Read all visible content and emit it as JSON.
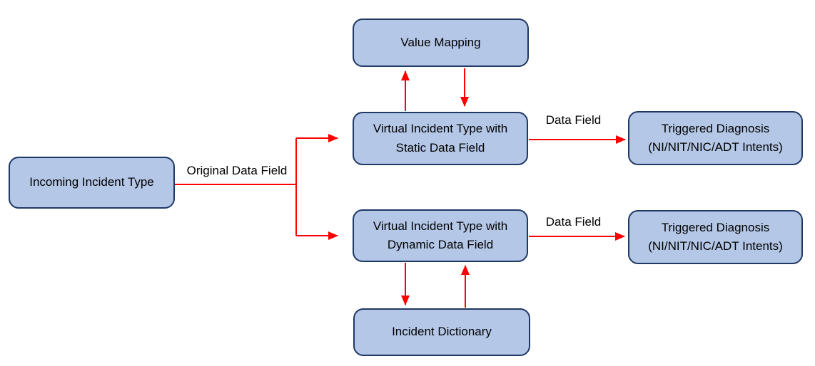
{
  "nodes": {
    "incoming": {
      "label": "Incoming Incident Type"
    },
    "value_mapping": {
      "label": "Value Mapping"
    },
    "static_vit": {
      "line1": "Virtual Incident Type with",
      "line2": "Static Data Field"
    },
    "triggered_top": {
      "line1": "Triggered Diagnosis",
      "line2": "(NI/NIT/NIC/ADT Intents)"
    },
    "dynamic_vit": {
      "line1": "Virtual Incident Type with",
      "line2": "Dynamic Data Field"
    },
    "triggered_bottom": {
      "line1": "Triggered Diagnosis",
      "line2": "(NI/NIT/NIC/ADT Intents)"
    },
    "incident_dictionary": {
      "label": "Incident Dictionary"
    }
  },
  "edge_labels": {
    "original_data_field": "Original Data Field",
    "data_field_top": "Data Field",
    "data_field_bottom": "Data Field"
  },
  "colors": {
    "node_fill": "#b4c7e7",
    "node_border": "#1f3864",
    "arrow": "#ff0000",
    "text": "#000000",
    "background": "#ffffff"
  }
}
